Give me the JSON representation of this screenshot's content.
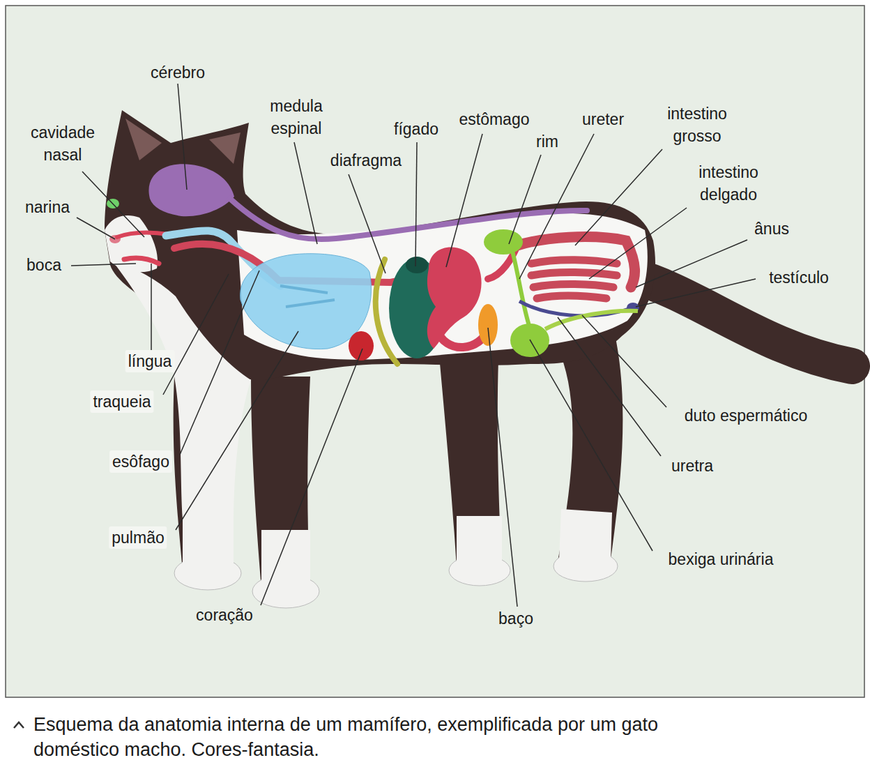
{
  "diagram": {
    "caption": "Esquema da anatomia interna de um mamífero, exemplificada por um gato doméstico macho. Cores-fantasia.",
    "labels": [
      "cérebro",
      "cavidade nasal",
      "narina",
      "boca",
      "língua",
      "traqueia",
      "esôfago",
      "pulmão",
      "coração",
      "medula espinal",
      "diafragma",
      "fígado",
      "estômago",
      "rim",
      "ureter",
      "intestino grosso",
      "intestino delgado",
      "ânus",
      "testículo",
      "duto espermático",
      "uretra",
      "bexiga urinária",
      "baço"
    ]
  }
}
